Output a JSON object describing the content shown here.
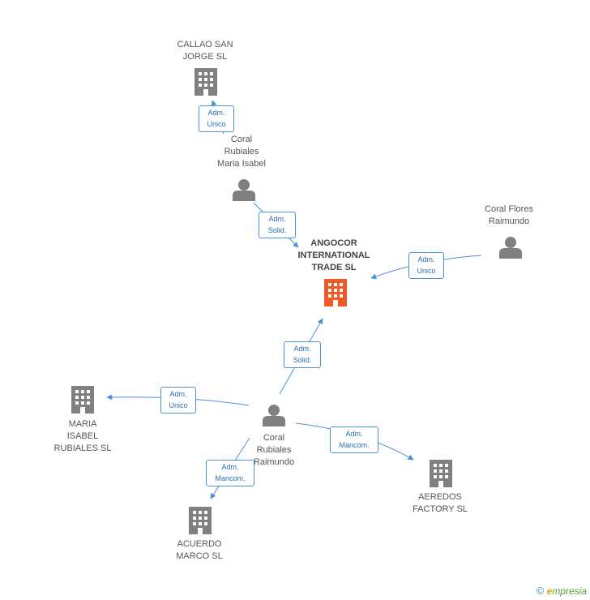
{
  "colors": {
    "edge": "#4a90d9",
    "node": "#808080",
    "main_node": "#f05a28"
  },
  "nodes": {
    "angocor": {
      "label": "ANGOCOR\nINTERNATIONAL\nTRADE SL",
      "icon": "building-icon"
    },
    "callao": {
      "label": "CALLAO SAN\nJORGE SL",
      "icon": "building-icon"
    },
    "coral_maria": {
      "label": "Coral\nRubiales\nMaria Isabel",
      "icon": "person-icon"
    },
    "coral_flores": {
      "label": "Coral Flores\nRaimundo",
      "icon": "person-icon"
    },
    "coral_raimundo": {
      "label": "Coral\nRubiales\nRaimundo",
      "icon": "person-icon"
    },
    "maria_isabel": {
      "label": "MARIA\nISABEL\nRUBIALES SL",
      "icon": "building-icon"
    },
    "aeredos": {
      "label": "AEREDOS\nFACTORY SL",
      "icon": "building-icon"
    },
    "acuerdo": {
      "label": "ACUERDO\nMARCO SL",
      "icon": "building-icon"
    }
  },
  "edges": {
    "e1": {
      "label": "Adm.\nUnico"
    },
    "e2": {
      "label": "Adm.\nSolid."
    },
    "e3": {
      "label": "Adm.\nUnico"
    },
    "e4": {
      "label": "Adm.\nSolid."
    },
    "e5": {
      "label": "Adm.\nUnico"
    },
    "e6": {
      "label": "Adm.\nMancom."
    },
    "e7": {
      "label": "Adm.\nMancom."
    }
  },
  "credit": {
    "symbol": "©",
    "brand_initial": "e",
    "brand_rest": "mpresia"
  }
}
